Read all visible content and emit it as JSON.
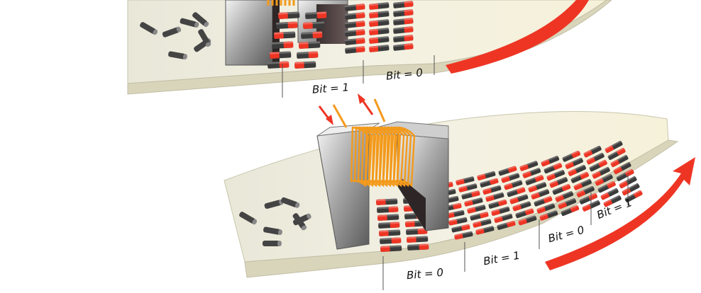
{
  "top": {
    "labels": [
      "Bit = 1",
      "Bit = 0"
    ]
  },
  "bottom": {
    "labels": [
      "Bit = 0",
      "Bit = 1",
      "Bit = 0",
      "Bit = 1"
    ]
  },
  "colors": {
    "disk_light": "#efeee0",
    "disk_dark": "#d8d5bf",
    "disk_edge": "#c9c6ae",
    "magnet_red": "#ee3524",
    "magnet_dark": "#3b3b3b",
    "coil": "#f39a1c",
    "head_light": "#d7d7d7",
    "head_dark": "#4a3a3a",
    "arrow_red": "#ee3524"
  },
  "icons": [
    "rotation-arrow-icon",
    "flux-arrow-icon",
    "magnet-particle-icon",
    "read-write-head-icon"
  ]
}
